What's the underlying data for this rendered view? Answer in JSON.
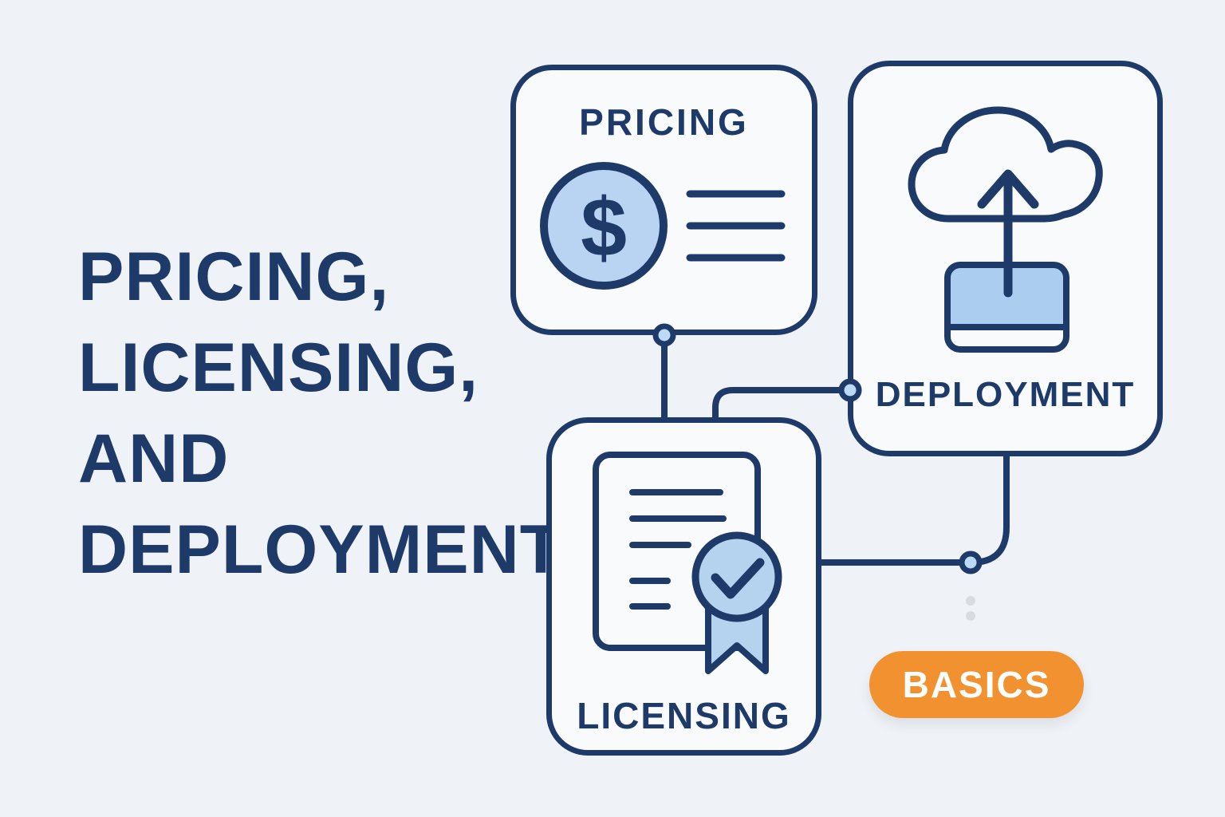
{
  "page": {
    "type": "infographic-diagram",
    "background_color": "#eff2f6",
    "accent_navy": "#1e3a68",
    "accent_light_blue": "#b7d3f0",
    "accent_orange": "#f29130",
    "card_background": "#f8fafc"
  },
  "heading": {
    "full_text": "PRICING, LICENSING, AND DEPLOYMENT",
    "lines": [
      "PRICING,",
      "LICENSING,",
      "AND",
      "DEPLOYMENT"
    ]
  },
  "cards": {
    "pricing": {
      "title": "PRICING",
      "icon": "dollar-coin-icon",
      "currency_symbol": "$",
      "detail": "three-text-lines"
    },
    "deployment": {
      "title": "DEPLOYMENT",
      "icon": "cloud-upload-icon"
    },
    "licensing": {
      "title": "LICENSING",
      "icon": "certificate-ribbon-icon"
    }
  },
  "connectors": {
    "count": 3,
    "node_style": "light-blue-dot-navy-ring",
    "ellipsis_dots": 2
  },
  "badge": {
    "label": "BASICS",
    "color": "#f29130",
    "text_color": "#ffffff"
  }
}
